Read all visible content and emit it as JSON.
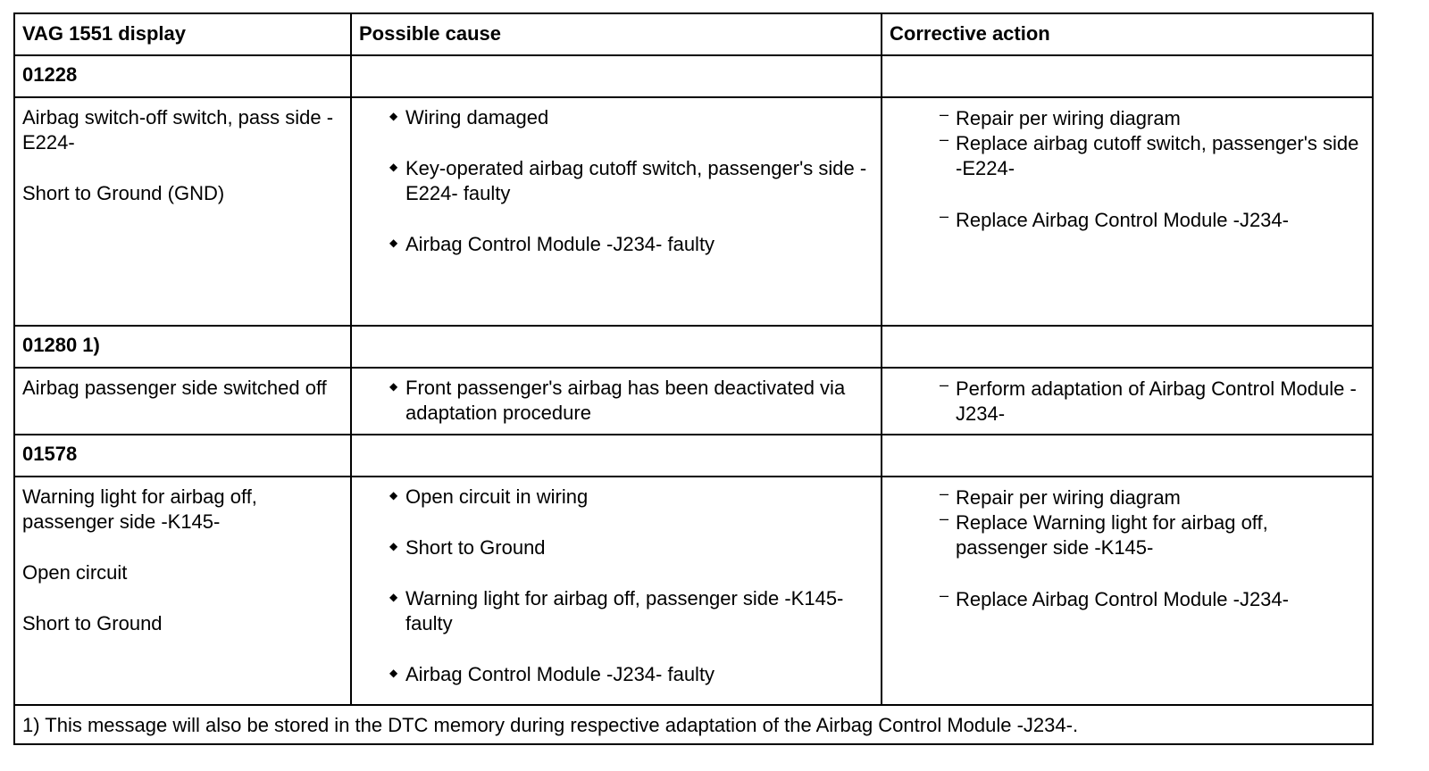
{
  "headers": {
    "display": "VAG 1551 display",
    "cause": "Possible cause",
    "action": "Corrective action"
  },
  "rows": [
    {
      "code": "01228",
      "desc": [
        "Airbag switch-off switch, pass side -E224-",
        "Short to Ground (GND)"
      ],
      "causes": [
        "Wiring damaged",
        "Key-operated airbag cutoff switch, passenger's side -E224- faulty",
        "Airbag Control Module -J234- faulty"
      ],
      "actions": [
        "Repair per wiring diagram",
        "Replace airbag cutoff switch, passenger's side -E224-",
        "Replace Airbag Control Module -J234-"
      ]
    },
    {
      "code": "01280 1)",
      "desc": [
        "Airbag passenger side switched off"
      ],
      "causes": [
        "Front passenger's airbag has been deactivated via adaptation procedure"
      ],
      "actions": [
        "Perform adaptation of Airbag Control Module -J234-"
      ]
    },
    {
      "code": "01578",
      "desc": [
        "Warning light for airbag off, passenger side -K145-",
        "Open circuit",
        "Short to Ground"
      ],
      "causes": [
        "Open circuit in wiring",
        "Short to Ground",
        "Warning light for airbag off, passenger side -K145- faulty",
        "Airbag Control Module -J234- faulty"
      ],
      "actions": [
        "Repair per wiring diagram",
        "Replace Warning light for airbag off, passenger side -K145-",
        "Replace Airbag Control Module -J234-"
      ]
    }
  ],
  "footnote": "1) This message will also be stored in the DTC memory during respective adaptation of the Airbag Control Module -J234-."
}
